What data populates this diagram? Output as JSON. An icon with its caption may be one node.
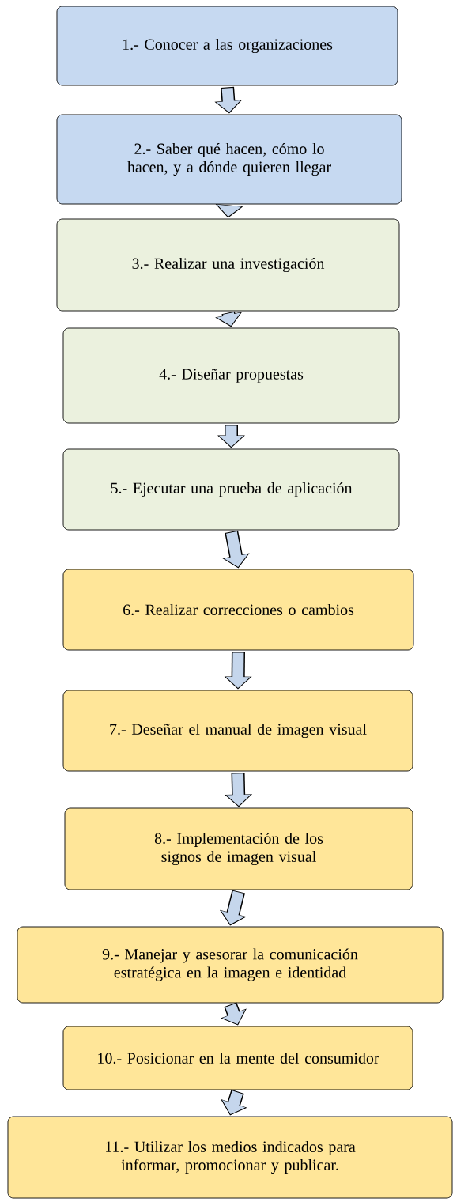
{
  "diagram": {
    "nodes": [
      {
        "text": [
          "1.- Conocer a las organizaciones"
        ]
      },
      {
        "text": [
          "2.- Saber qué hacen, cómo lo hacen, y a dónde quieren llegar"
        ]
      },
      {
        "text": [
          "3.- Realizar una investigación"
        ]
      },
      {
        "text": [
          "4.- Diseñar propuestas"
        ]
      },
      {
        "text": [
          "5.- Ejecutar una prueba de aplicación"
        ]
      },
      {
        "text": [
          "6.- Realizar correcciones o cambios"
        ]
      },
      {
        "text": [
          "7.- Deseñar el manual de imagen visual"
        ]
      },
      {
        "text": [
          "8.- Implementación de los signos de imagen visual"
        ]
      },
      {
        "text": [
          "9.- Manejar y asesorar la comunicación estratégica en la imagen e identidad"
        ]
      },
      {
        "text": [
          "10.- Posicionar en la mente del consumidor"
        ]
      },
      {
        "text": [
          "11.- Utilizar los medios indicados para informar, promocionar y publicar."
        ]
      }
    ],
    "edges": [
      {
        "from": 0,
        "to": 1,
        "arrow": "to"
      },
      {
        "from": 1,
        "to": 2,
        "arrow": "to"
      },
      {
        "from": 2,
        "to": 3,
        "arrow": "to"
      },
      {
        "from": 3,
        "to": 4,
        "arrow": "to"
      },
      {
        "from": 4,
        "to": 5,
        "arrow": "to"
      },
      {
        "from": 5,
        "to": 6,
        "arrow": "to"
      },
      {
        "from": 6,
        "to": 7,
        "arrow": "to"
      },
      {
        "from": 7,
        "to": 8,
        "arrow": "to"
      },
      {
        "from": 8,
        "to": 9,
        "arrow": "to"
      },
      {
        "from": 9,
        "to": 10,
        "arrow": "to"
      }
    ]
  }
}
